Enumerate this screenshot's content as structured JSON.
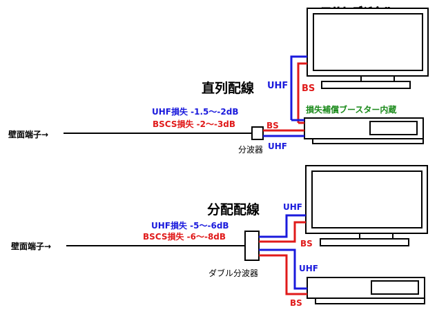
{
  "logo": "アサヒデジタル",
  "top": {
    "title": "直列配線",
    "wall_label": "壁面端子→",
    "loss_uhf": "UHF損失 -1.5～-2dB",
    "loss_bscs": "BSCS損失 -2～-3dB",
    "splitter_label": "分波器",
    "tag_uhf_tv": "UHF",
    "tag_bs_tv": "BS",
    "tag_bs_rec": "BS",
    "tag_uhf_rec": "UHF",
    "booster_note": "損失補償ブースター内蔵"
  },
  "bottom": {
    "title": "分配配線",
    "wall_label": "壁面端子→",
    "loss_uhf": "UHF損失 -5～-6dB",
    "loss_bscs": "BSCS損失 -6～-8dB",
    "splitter_label": "ダブル分波器",
    "tag_uhf_tv": "UHF",
    "tag_bs_tv": "BS",
    "tag_uhf_rec": "UHF",
    "tag_bs_rec": "BS"
  },
  "colors": {
    "uhf": "#1a1adc",
    "bs": "#e01a1a",
    "booster_note": "#1a8a1a",
    "line": "#000000"
  }
}
